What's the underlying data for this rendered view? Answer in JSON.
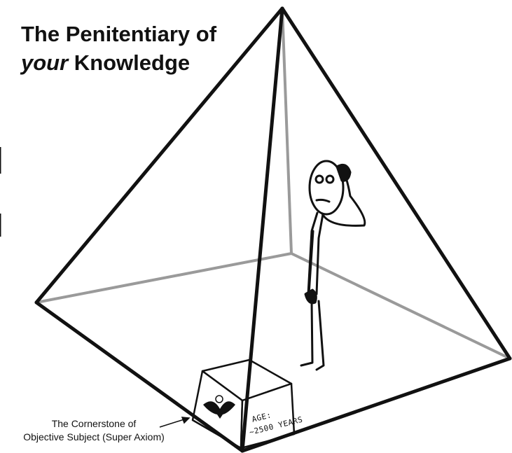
{
  "title": {
    "line1": "The Penitentiary of",
    "line2_emphasis": "your",
    "line2_rest": " Knowledge"
  },
  "caption": {
    "line1": "The Cornerstone of",
    "line2": "Objective Subject (Super Axiom)"
  },
  "block_label": {
    "line1": "AGE:",
    "line2": "~2500 YEARS"
  },
  "colors": {
    "edge_front": "#111111",
    "edge_back": "#9a9a9a",
    "background": "#ffffff"
  }
}
